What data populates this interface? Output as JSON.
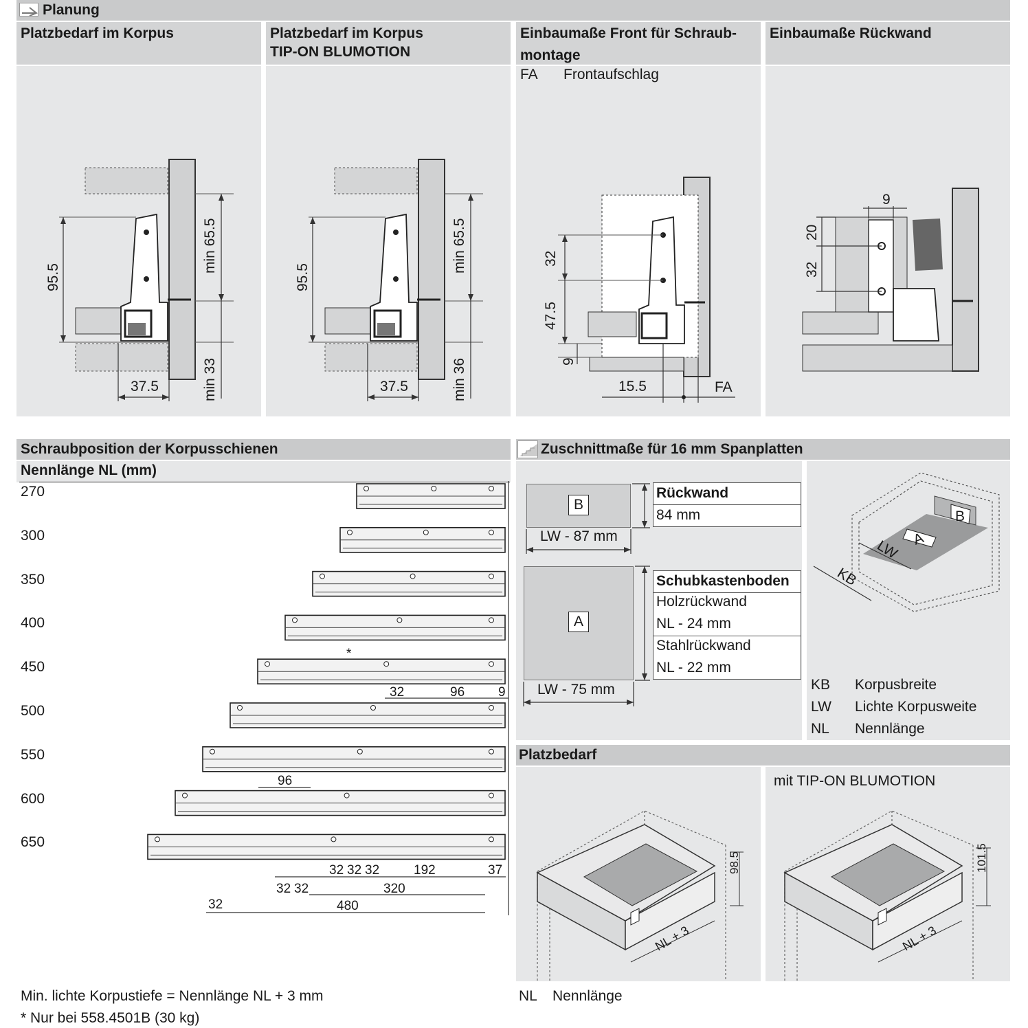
{
  "top": {
    "title": "Planung",
    "cols": [
      {
        "title": "Platzbedarf im Korpus",
        "subtitle": ""
      },
      {
        "title": "Platzbedarf im Korpus",
        "subtitle": "TIP-ON BLUMOTION"
      },
      {
        "title": "Einbaumaße Front für Schraub-",
        "subtitle": "montage"
      },
      {
        "title": "Einbaumaße Rückwand",
        "subtitle": ""
      }
    ],
    "fa_abbr": "FA",
    "fa_label": "Frontaufschlag"
  },
  "dims": {
    "d1": {
      "height": "95.5",
      "min_top": "min 65.5",
      "min_bottom": "min 33",
      "width": "37.5"
    },
    "d2": {
      "height": "95.5",
      "min_top": "min 65.5",
      "min_bottom": "min 36",
      "width": "37.5"
    },
    "d3": {
      "a": "32",
      "b": "47.5",
      "c": "9",
      "d": "15.5",
      "fa": "FA"
    },
    "d4": {
      "a": "9",
      "b": "20",
      "c": "32"
    }
  },
  "screw": {
    "title": "Schraubposition der Korpusschienen",
    "subtitle": "Nennlänge NL (mm)",
    "lengths": [
      "270",
      "300",
      "350",
      "400",
      "450",
      "500",
      "550",
      "600",
      "650"
    ],
    "star": "*",
    "dims_450": [
      "32",
      "96",
      "9"
    ],
    "dim_550": "96",
    "dims_bottom": [
      "32",
      "32",
      "32",
      "192",
      "37",
      "32",
      "32",
      "320",
      "32",
      "480"
    ]
  },
  "cut": {
    "title": "Zuschnittmaße für 16 mm Spanplatten",
    "b_letter": "B",
    "a_letter": "A",
    "b_width": "LW - 87 mm",
    "a_width": "LW - 75 mm",
    "rueckwand": "Rückwand",
    "rueckwand_val": "84 mm",
    "boden": "Schubkastenboden",
    "holz": "Holzrückwand",
    "holz_val": "NL - 24 mm",
    "stahl": "Stahlrückwand",
    "stahl_val": "NL - 22 mm",
    "iso_lw": "LW",
    "iso_kb": "KB"
  },
  "legend": [
    {
      "abbr": "KB",
      "text": "Korpusbreite"
    },
    {
      "abbr": "LW",
      "text": "Lichte Korpusweite"
    },
    {
      "abbr": "NL",
      "text": "Nennlänge"
    }
  ],
  "platz": {
    "title": "Platzbedarf",
    "tipon": "mit TIP-ON BLUMOTION",
    "h1": "98.5",
    "h2": "101.5",
    "nl": "NL + 3"
  },
  "footer": {
    "line1": "Min. lichte Korpustiefe = Nennlänge NL + 3 mm",
    "line2": "* Nur bei 558.4501B (30 kg)",
    "nl_abbr": "NL",
    "nl_text": "Nennlänge"
  }
}
